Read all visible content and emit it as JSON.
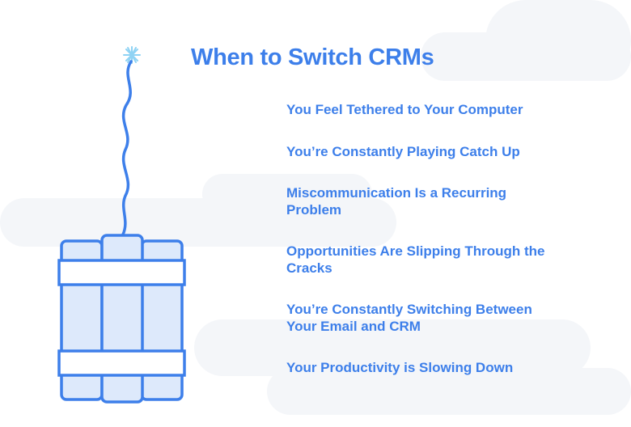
{
  "title": "When to Switch CRMs",
  "reasons": [
    {
      "lines": [
        "You Feel Tethered to Your Computer"
      ]
    },
    {
      "lines": [
        "You’re Constantly Playing Catch Up"
      ]
    },
    {
      "lines": [
        "Miscommunication Is a Recurring",
        "Problem"
      ]
    },
    {
      "lines": [
        "Opportunities Are Slipping Through the",
        "Cracks"
      ]
    },
    {
      "lines": [
        "You’re Constantly Switching Between",
        "Your Email and CRM"
      ]
    },
    {
      "lines": [
        "Your Productivity is Slowing Down"
      ]
    }
  ],
  "colors": {
    "accent": "#3d7fea",
    "stick_fill": "#dde9fb",
    "band_fill": "#ffffff",
    "cloud": "#f4f6f9",
    "spark": "#8fd3f4"
  },
  "icons": {
    "illustration": "dynamite-bundle-icon",
    "spark": "spark-icon"
  }
}
